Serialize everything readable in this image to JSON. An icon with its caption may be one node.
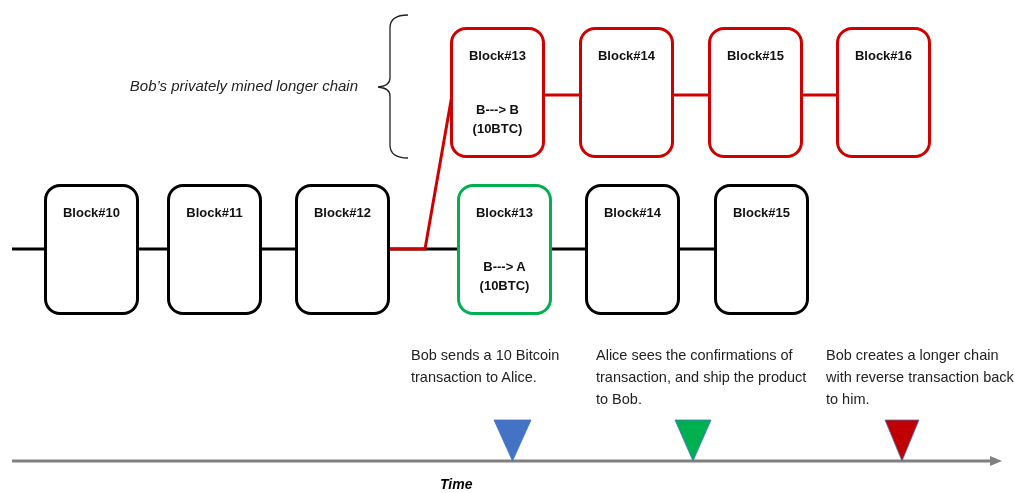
{
  "diagram": {
    "nodes": [
      {
        "text": [
          "Block#10"
        ]
      },
      {
        "text": [
          "Block#11"
        ]
      },
      {
        "text": [
          "Block#12"
        ]
      },
      {
        "text": [
          "Block#13",
          "B---> A (10BTC)"
        ]
      },
      {
        "text": [
          "Block#14"
        ]
      },
      {
        "text": [
          "Block#15"
        ]
      },
      {
        "text": [
          "Block#13",
          "B---> B (10BTC)"
        ]
      },
      {
        "text": [
          "Block#14"
        ]
      },
      {
        "text": [
          "Block#15"
        ]
      },
      {
        "text": [
          "Block#16"
        ]
      }
    ],
    "edges": [
      {
        "from": null,
        "to": 0,
        "arrow": "none"
      },
      {
        "from": 0,
        "to": 1,
        "arrow": "none"
      },
      {
        "from": 1,
        "to": 2,
        "arrow": "none"
      },
      {
        "from": 2,
        "to": 3,
        "arrow": "none"
      },
      {
        "from": 3,
        "to": 4,
        "arrow": "none"
      },
      {
        "from": 4,
        "to": 5,
        "arrow": "none"
      },
      {
        "from": 2,
        "to": 6,
        "arrow": "none",
        "color": "#d00000"
      },
      {
        "from": 6,
        "to": 7,
        "arrow": "none",
        "color": "#d00000"
      },
      {
        "from": 7,
        "to": 8,
        "arrow": "none",
        "color": "#d00000"
      },
      {
        "from": 8,
        "to": 9,
        "arrow": "none",
        "color": "#d00000"
      }
    ],
    "labels": [
      "Bob’s privately mined longer chain",
      "Bob sends a 10 Bitcoin transaction to Alice.",
      "Alice sees the confirmations of transaction, and ship the product to Bob.",
      "Bob creates a longer chain with reverse transaction back to him.",
      "Time"
    ]
  }
}
